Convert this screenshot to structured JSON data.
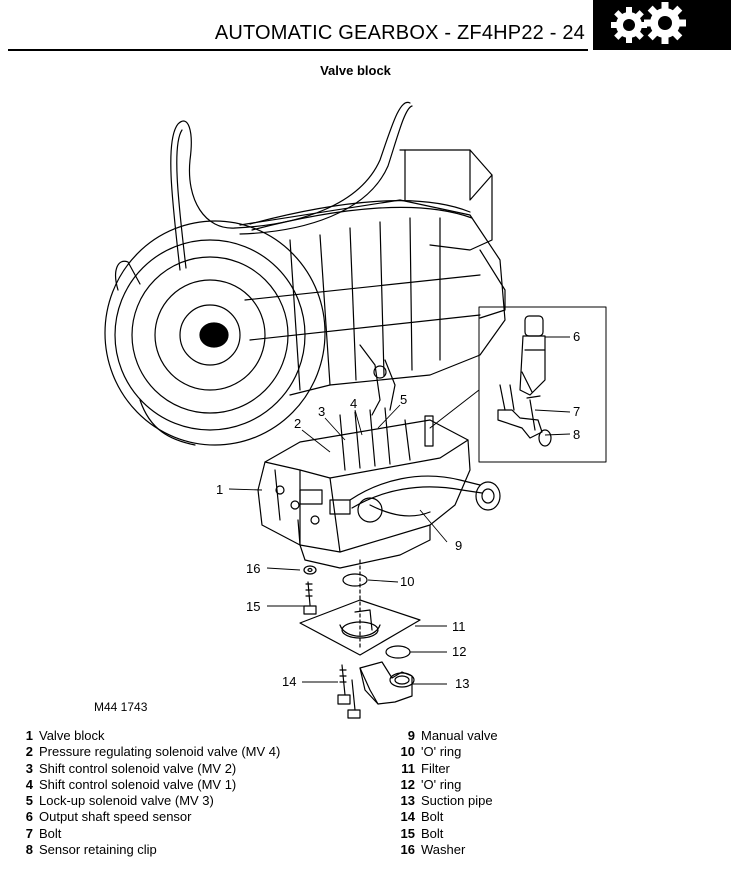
{
  "header": {
    "title": "AUTOMATIC GEARBOX - ZF4HP22 - 24",
    "badge_icon": "gears-icon"
  },
  "section_title": "Valve block",
  "figure_ref": "M44 1743",
  "callouts": [
    "1",
    "2",
    "3",
    "4",
    "5",
    "6",
    "7",
    "8",
    "9",
    "10",
    "11",
    "12",
    "13",
    "14",
    "15",
    "16"
  ],
  "legend_left": [
    {
      "num": "1",
      "text": "Valve block"
    },
    {
      "num": "2",
      "text": "Pressure regulating solenoid valve (MV 4)"
    },
    {
      "num": "3",
      "text": "Shift control solenoid valve (MV 2)"
    },
    {
      "num": "4",
      "text": "Shift control solenoid valve (MV 1)"
    },
    {
      "num": "5",
      "text": "Lock-up solenoid valve (MV 3)"
    },
    {
      "num": "6",
      "text": "Output shaft speed sensor"
    },
    {
      "num": "7",
      "text": "Bolt"
    },
    {
      "num": "8",
      "text": "Sensor retaining clip"
    }
  ],
  "legend_right": [
    {
      "num": "9",
      "text": "Manual valve"
    },
    {
      "num": "10",
      "text": "'O' ring"
    },
    {
      "num": "11",
      "text": "Filter"
    },
    {
      "num": "12",
      "text": "'O' ring"
    },
    {
      "num": "13",
      "text": "Suction pipe"
    },
    {
      "num": "14",
      "text": "Bolt"
    },
    {
      "num": "15",
      "text": "Bolt"
    },
    {
      "num": "16",
      "text": "Washer"
    }
  ]
}
